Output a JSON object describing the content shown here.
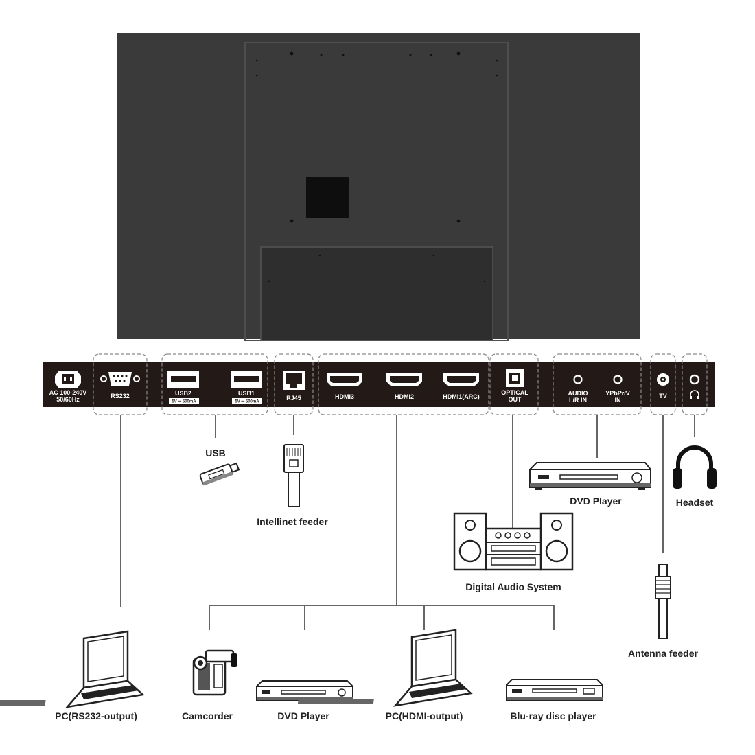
{
  "panel": {
    "ac_line1": "AC 100-240V",
    "ac_line2": "50/60Hz",
    "rs232": "RS232",
    "usb2": "USB2",
    "usb2_spec": "5V ⎓ 500mA",
    "usb1": "USB1",
    "usb1_spec": "5V ⎓ 500mA",
    "rj45": "RJ45",
    "hdmi3": "HDMI3",
    "hdmi2": "HDMI2",
    "hdmi1": "HDMI1(ARC)",
    "optical_line1": "OPTICAL",
    "optical_line2": "OUT",
    "audio_line1": "AUDIO",
    "audio_line2": "L/R IN",
    "ypbpr_line1": "YPbPr/V",
    "ypbpr_line2": "IN",
    "tv": "TV"
  },
  "devices": {
    "usb": "USB",
    "intellinet": "Intellinet feeder",
    "dvd_top": "DVD Player",
    "headset": "Headset",
    "audio_system": "Digital Audio System",
    "antenna": "Antenna feeder",
    "pc_rs232": "PC(RS232-output)",
    "camcorder": "Camcorder",
    "dvd_bottom": "DVD Player",
    "pc_hdmi": "PC(HDMI-output)",
    "bluray": "Blu-ray disc player"
  }
}
